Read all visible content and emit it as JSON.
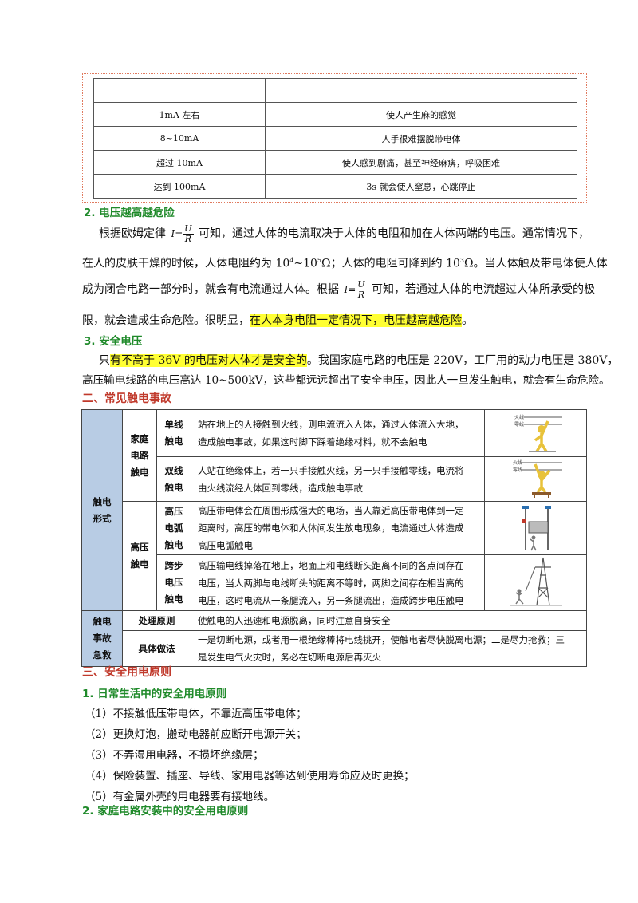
{
  "current_table": {
    "rows": [
      {
        "current": "",
        "effect": ""
      },
      {
        "current": "1mA 左右",
        "effect": "使人产生麻的感觉"
      },
      {
        "current": "8~10mA",
        "effect": "人手很难摆脱带电体"
      },
      {
        "current": "超过 10mA",
        "effect": "使人感到剧痛，甚至神经麻痹，呼吸困难"
      },
      {
        "current": "达到 100mA",
        "effect": "3s 就会使人窒息，心跳停止"
      }
    ]
  },
  "sec2": {
    "heading": "2. 电压越高越危险",
    "formula": {
      "lhs": "I",
      "eq": "=",
      "num": "U",
      "den": "R"
    },
    "p1_a": "根据欧姆定律",
    "p1_b": "可知，通过人体的电流取决于人体的电阻和加在人体两端的电压。通常情况下，",
    "p2_a": "在人的皮肤干燥的时候，人体电阻约为 10",
    "p2_exp1": "4",
    "p2_b": "~10",
    "p2_exp2": "5",
    "p2_c": "Ω；人体的电阻可降到约 10",
    "p2_exp3": "3",
    "p2_d": "Ω。当人体触及带电体使人体",
    "p3_a": "成为闭合电路一部分时，就会有电流通过人体。根据",
    "p3_b": "可知，若通过人体的电流超过人体所承受的极",
    "p4_a": "限，就会造成生命危险。很明显，",
    "p4_hl": "在人本身电阻一定情况下，电压越高越危险",
    "p4_end": "。"
  },
  "sec3": {
    "heading": "3. 安全电压",
    "p1_a": "只",
    "p1_hl": "有不高于 36V 的电压对人体才是安全的",
    "p1_b": "。我国家庭电路的电压是 220V，工厂用的动力电压是 380V，",
    "p2": "高压输电线路的电压高达 10~500kV，这些都远远超出了安全电压，因此人一旦发生触电，就会有生命危险。"
  },
  "part2": {
    "heading": "二、常见触电事故",
    "form_label": [
      "触电",
      "形式"
    ],
    "home_label": [
      "家庭",
      "电路",
      "触电"
    ],
    "high_label": [
      "高压",
      "触电"
    ],
    "single": {
      "label": [
        "单线",
        "触电"
      ],
      "lines": [
        "站在地上的人接触到火线，则电流流入人体，通过人体流入大地，",
        "造成触电事故，如果这时脚下踩着绝缘材料，就不会触电"
      ],
      "fig_labels": [
        "火线",
        "零线"
      ]
    },
    "double": {
      "label": [
        "双线",
        "触电"
      ],
      "lines": [
        "人站在绝缘体上，若一只手接触火线，另一只手接触零线，电流将",
        "由火线流经人体回到零线，造成触电事故"
      ],
      "fig_labels": [
        "火线",
        "零线"
      ]
    },
    "arc": {
      "label": [
        "高压",
        "电弧",
        "触电"
      ],
      "lines": [
        "高压带电体会在周围形成强大的电场，当人靠近高压带电体到一定",
        "距离时，高压的带电体和人体间发生放电现象，电流通过人体造成",
        "高压电弧触电"
      ]
    },
    "step": {
      "label": [
        "跨步",
        "电压",
        "触电"
      ],
      "lines": [
        "高压输电线掉落在地上，地面上和电线断头距离不同的各点间存在",
        "电压，当人两脚与电线断头的距离不等时，两脚之间存在相当高的",
        "电压，这时电流从一条腿流入，另一条腿流出，造成跨步电压触电"
      ]
    },
    "emergency_label": [
      "触电",
      "事故",
      "急救"
    ],
    "principle": {
      "label": "处理原则",
      "text": "使触电的人迅速和电源脱离，同时注意自身安全"
    },
    "method": {
      "label": "具体做法",
      "lines": [
        "一是切断电源，或者用一根绝缘棒将电线挑开，使触电者尽快脱离电源；二是尽力抢救；三",
        "是发生电气火灾时，务必在切断电源后再灭火"
      ]
    }
  },
  "part3": {
    "heading": "三、安全用电原则",
    "sub1": "1. 日常生活中的安全用电原则",
    "items": [
      "（1）不接触低压带电体，不靠近高压带电体；",
      "（2）更换灯泡，搬动电器前应断开电源开关；",
      "（3）不弄湿用电器，不损坏绝缘层；",
      "（4）保险装置、插座、导线、家用电器等达到使用寿命应及时更换；",
      "（5）有金属外壳的用电器要有接地线。"
    ],
    "sub2": "2. 家庭电路安装中的安全用电原则"
  },
  "colors": {
    "green": "#1f8a2a",
    "red": "#c0392b",
    "highlight": "#ffff33",
    "table_blue": "#b8cce4"
  }
}
